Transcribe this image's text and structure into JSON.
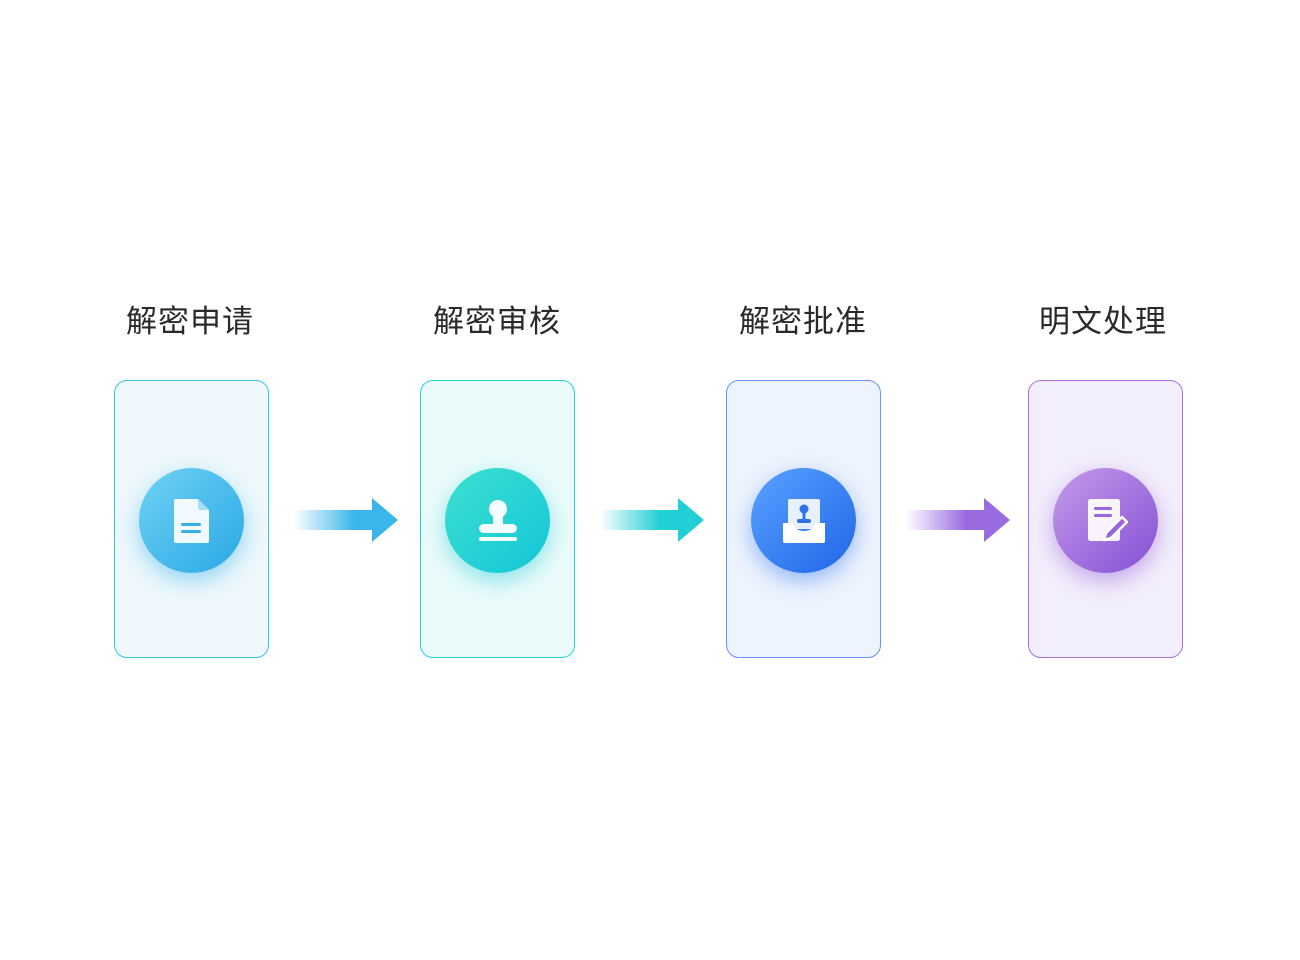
{
  "steps": [
    {
      "title": "解密申请",
      "icon": "document-icon",
      "color": "#2aa8e6"
    },
    {
      "title": "解密审核",
      "icon": "stamp-icon",
      "color": "#12c6d8"
    },
    {
      "title": "解密批准",
      "icon": "inbox-user-icon",
      "color": "#1f66e8"
    },
    {
      "title": "明文处理",
      "icon": "edit-document-icon",
      "color": "#8450d6"
    }
  ]
}
